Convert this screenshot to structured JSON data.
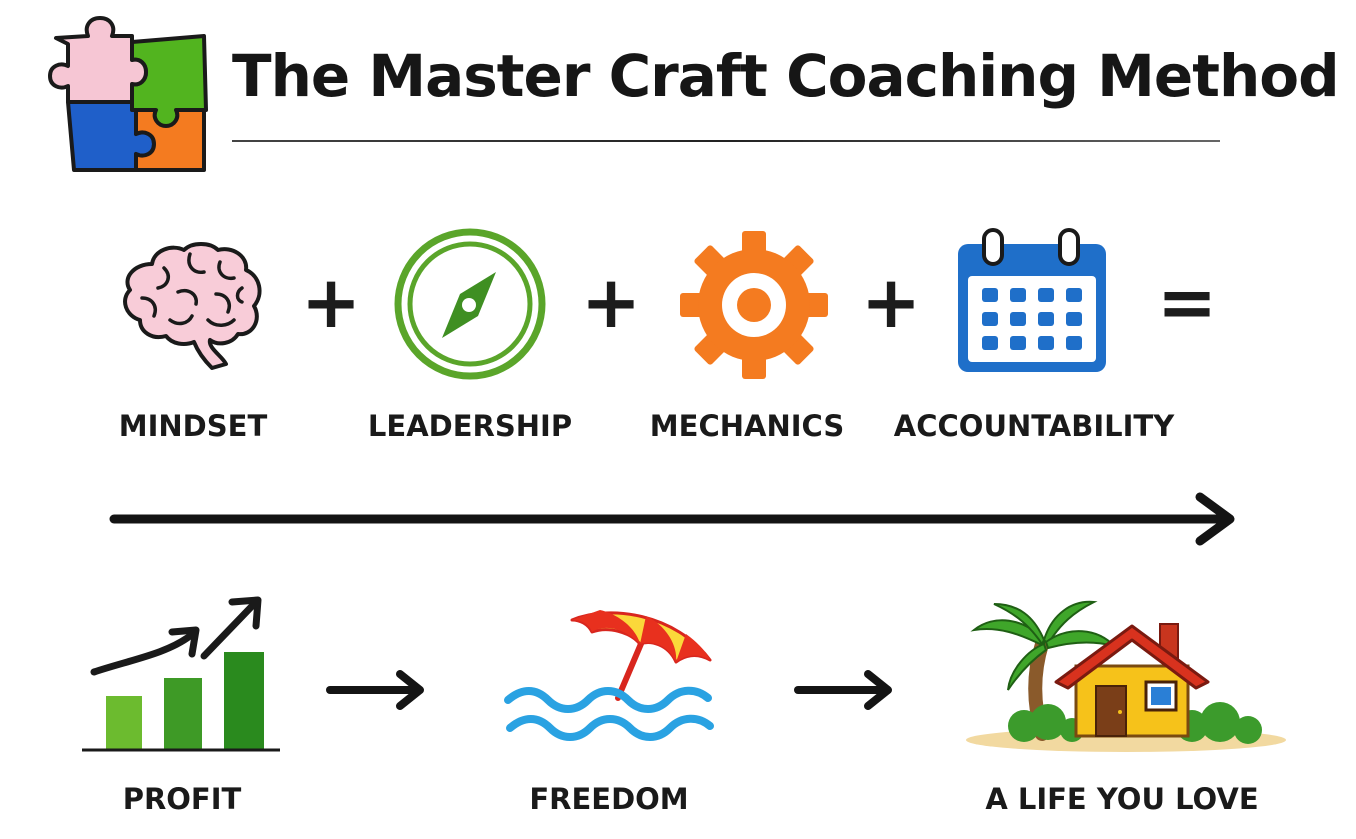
{
  "header": {
    "title": "The Master Craft Coaching Method",
    "logo_icon": "puzzle-pieces-icon"
  },
  "pillars": [
    {
      "label": "MINDSET",
      "icon": "brain-icon",
      "color": "#f7c9d6"
    },
    {
      "label": "LEADERSHIP",
      "icon": "compass-icon",
      "color": "#5aa52a"
    },
    {
      "label": "MECHANICS",
      "icon": "gear-icon",
      "color": "#f47b20"
    },
    {
      "label": "ACCOUNTABILITY",
      "icon": "calendar-icon",
      "color": "#1f6fc9"
    }
  ],
  "operators": {
    "plus": "+",
    "equals": "="
  },
  "outcomes": [
    {
      "label": "PROFIT",
      "icon": "growth-chart-icon"
    },
    {
      "label": "FREEDOM",
      "icon": "beach-umbrella-icon"
    },
    {
      "label": "A LIFE YOU LOVE",
      "icon": "house-palm-tree-icon"
    }
  ],
  "colors": {
    "text": "#141414",
    "green": "#3f9a2a",
    "orange": "#f47b20",
    "blue": "#1f6fc9",
    "pink": "#f7c9d6"
  }
}
